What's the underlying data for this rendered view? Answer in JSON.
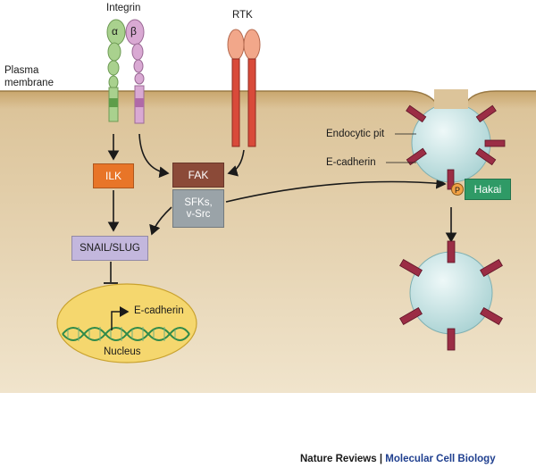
{
  "labels": {
    "integrin": "Integrin",
    "alpha": "α",
    "beta": "β",
    "rtk": "RTK",
    "plasma_membrane_line1": "Plasma",
    "plasma_membrane_line2": "membrane",
    "endocytic_pit": "Endocytic pit",
    "e_cadherin_pit": "E-cadherin",
    "e_cadherin_gene": "E-cadherin",
    "nucleus": "Nucleus"
  },
  "boxes": {
    "ilk": "ILK",
    "fak": "FAK",
    "sfks_line1": "SFKs,",
    "sfks_line2": "v-Src",
    "snail_slug": "SNAIL/SLUG",
    "hakai": "Hakai",
    "phospho": "P"
  },
  "footer": {
    "brand": "Nature Reviews",
    "separator": " | ",
    "journal": "Molecular Cell Biology"
  },
  "colors": {
    "membrane": "#dcc49a",
    "alpha_subunit": "#a9d18e",
    "beta_subunit": "#d9a9d3",
    "rtk": "#d94a3a",
    "rtk_head": "#f2a78a",
    "vesicle": "#cfe8e8",
    "cadherin": "#9b2d45",
    "nucleus": "#f5d76e"
  }
}
